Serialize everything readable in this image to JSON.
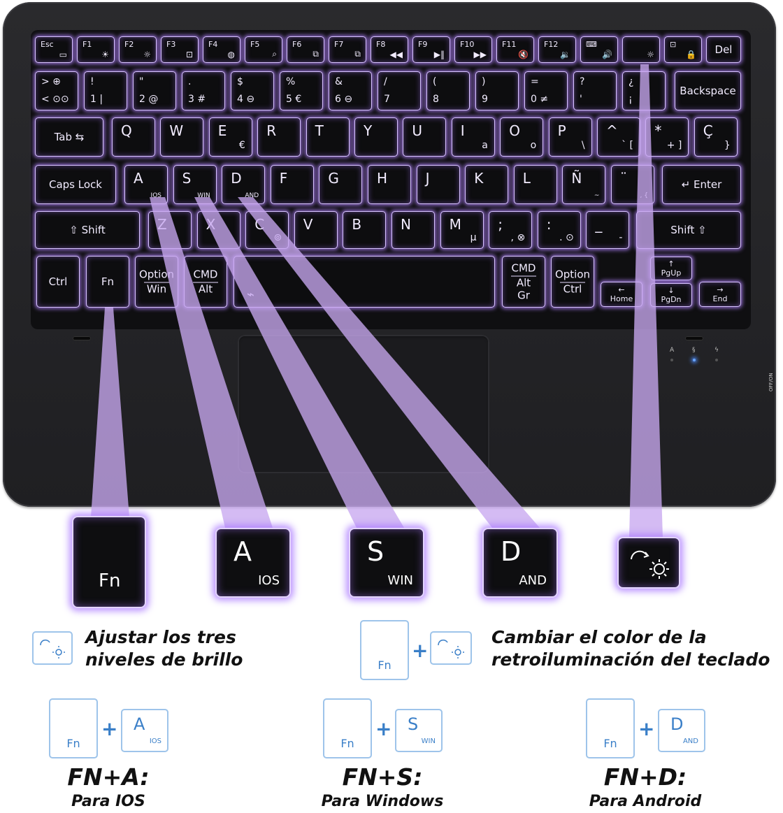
{
  "keyboard": {
    "row1": [
      {
        "t": "Esc",
        "i": "▭"
      },
      {
        "t": "F1",
        "i": "☀"
      },
      {
        "t": "F2",
        "i": "☼"
      },
      {
        "t": "F3",
        "i": "⊡"
      },
      {
        "t": "F4",
        "i": "◍"
      },
      {
        "t": "F5",
        "i": "⌕"
      },
      {
        "t": "F6",
        "i": "⧉"
      },
      {
        "t": "F7",
        "i": "⧉"
      },
      {
        "t": "F8",
        "i": "◀◀"
      },
      {
        "t": "F9",
        "i": "▶‖"
      },
      {
        "t": "F10",
        "i": "▶▶"
      },
      {
        "t": "F11",
        "i": "🔇"
      },
      {
        "t": "F12",
        "i": "🔉"
      },
      {
        "t": "⌨",
        "i": "🔊"
      },
      {
        "t": "",
        "i": "☼"
      },
      {
        "t": "⊡",
        "i": "🔒"
      }
    ],
    "del": "Del",
    "row2": [
      {
        "u": "> ⊕",
        "l": "< ⊙⊙"
      },
      {
        "u": "!",
        "l": "1  |"
      },
      {
        "u": "\"",
        "l": "2  @"
      },
      {
        "u": ".",
        "l": "3  #"
      },
      {
        "u": "$",
        "l": "4  ⊖"
      },
      {
        "u": "%",
        "l": "5  €"
      },
      {
        "u": "&",
        "l": "6  ⊖"
      },
      {
        "u": "/",
        "l": "7"
      },
      {
        "u": "(",
        "l": "8"
      },
      {
        "u": ")",
        "l": "9"
      },
      {
        "u": "=",
        "l": "0  ≠"
      },
      {
        "u": "?",
        "l": "'"
      },
      {
        "u": "¿",
        "l": "¡"
      }
    ],
    "backspace": "Backspace",
    "tab": "Tab ⇆",
    "row3": [
      {
        "u": "Q",
        "l": ""
      },
      {
        "u": "W",
        "l": ""
      },
      {
        "u": "E",
        "l": "€"
      },
      {
        "u": "R",
        "l": ""
      },
      {
        "u": "T",
        "l": ""
      },
      {
        "u": "Y",
        "l": ""
      },
      {
        "u": "U",
        "l": ""
      },
      {
        "u": "I",
        "l": "a"
      },
      {
        "u": "O",
        "l": "o"
      },
      {
        "u": "P",
        "l": "\\"
      },
      {
        "u": "^",
        "l": "`  ["
      },
      {
        "u": "*",
        "l": "+  ]"
      },
      {
        "u": "Ç",
        "l": "}"
      }
    ],
    "caps": "Caps Lock",
    "row4": [
      {
        "u": "A",
        "s": "IOS"
      },
      {
        "u": "S",
        "s": "WIN"
      },
      {
        "u": "D",
        "s": "AND"
      },
      {
        "u": "F",
        "s": ""
      },
      {
        "u": "G",
        "s": ""
      },
      {
        "u": "H",
        "s": ""
      },
      {
        "u": "J",
        "s": ""
      },
      {
        "u": "K",
        "s": ""
      },
      {
        "u": "L",
        "s": ""
      },
      {
        "u": "Ñ",
        "s": "~"
      },
      {
        "u": "¨",
        "s": ",  {"
      }
    ],
    "enter": "↵ Enter",
    "shift_left": "⇧ Shift",
    "row5": [
      {
        "u": "Z",
        "l": ""
      },
      {
        "u": "X",
        "l": ""
      },
      {
        "u": "C",
        "l": "⊚"
      },
      {
        "u": "V",
        "l": ""
      },
      {
        "u": "B",
        "l": ""
      },
      {
        "u": "N",
        "l": ""
      },
      {
        "u": "M",
        "l": "μ"
      },
      {
        "u": ";",
        "l": ",  ⊗"
      },
      {
        "u": ":",
        "l": ".  ⊙"
      },
      {
        "u": "_",
        "l": "-"
      }
    ],
    "shift_right": "Shift ⇧",
    "ctrl": "Ctrl",
    "fn": "Fn",
    "option_win": {
      "top": "Option",
      "bottom": "Win"
    },
    "cmd_alt": {
      "top": "CMD",
      "bottom": "Alt"
    },
    "space_icon": "⌁",
    "cmd_altgr": {
      "top": "CMD",
      "bottom": "Alt Gr"
    },
    "option_ctrl": {
      "top": "Option",
      "bottom": "Ctrl"
    },
    "home": {
      "arrow": "←",
      "label": "Home"
    },
    "pgup": {
      "arrow": "↑",
      "label": "PgUp"
    },
    "pgdn": {
      "arrow": "↓",
      "label": "PgDn"
    },
    "end": {
      "arrow": "→",
      "label": "End"
    },
    "indicators": [
      "A",
      "§",
      "ϟ"
    ],
    "switch_label": "OFF/ON"
  },
  "zoom_keys": {
    "fn": "Fn",
    "a": {
      "letter": "A",
      "sub": "IOS"
    },
    "s": {
      "letter": "S",
      "sub": "WIN"
    },
    "d": {
      "letter": "D",
      "sub": "AND"
    },
    "light_icon": "☼"
  },
  "legend": {
    "brightness_text_1": "Ajustar los tres",
    "brightness_text_2": "niveles de brillo",
    "color_text_1": "Cambiar el color de la",
    "color_text_2": "retroiluminación del teclado",
    "fn": "Fn",
    "plus": "+",
    "combos": [
      {
        "letter": "A",
        "sub": "IOS",
        "title": "FN+A:",
        "desc": "Para IOS"
      },
      {
        "letter": "S",
        "sub": "WIN",
        "title": "FN+S:",
        "desc": "Para Windows"
      },
      {
        "letter": "D",
        "sub": "AND",
        "title": "FN+D:",
        "desc": "Para Android"
      }
    ]
  },
  "colors": {
    "glow": "#b282ff",
    "beam": "#c8a8f0",
    "legend_blue": "#3a7fc8"
  }
}
